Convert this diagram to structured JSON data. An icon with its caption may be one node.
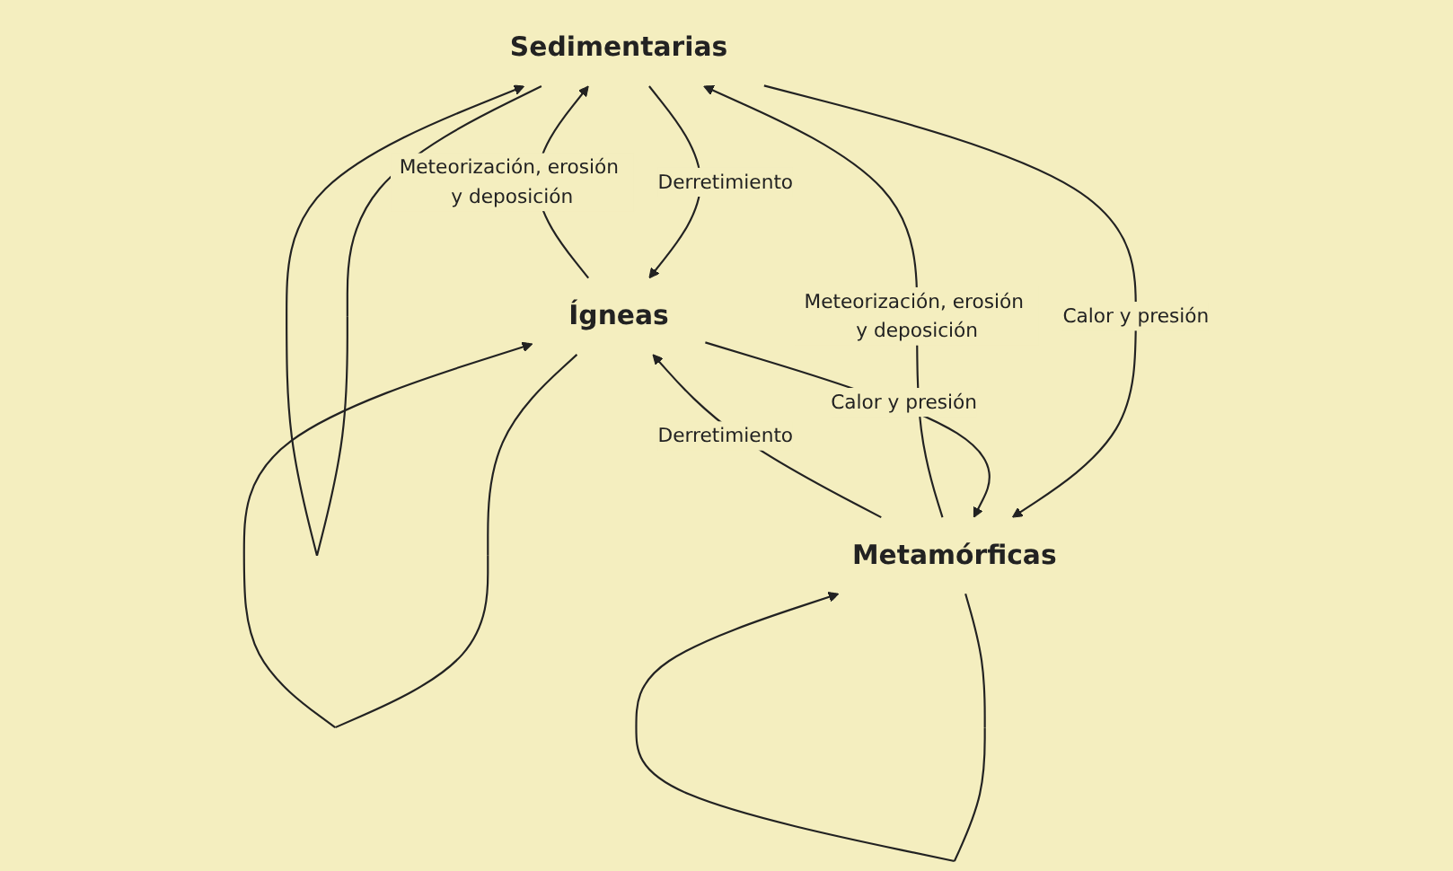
{
  "diagram": {
    "nodes": [
      {
        "text": [
          "Sedimentarias"
        ]
      },
      {
        "text": [
          "Ígneas"
        ]
      },
      {
        "text": [
          "Metamórficas"
        ]
      }
    ],
    "edges": [
      {
        "from": 0,
        "to": 0,
        "arrow": "to"
      },
      {
        "from": 1,
        "to": 0,
        "arrow": "to",
        "label": "Meteorización, erosión y deposición"
      },
      {
        "from": 0,
        "to": 1,
        "arrow": "to",
        "label": "Derretimiento"
      },
      {
        "from": 0,
        "to": 2,
        "arrow": "to",
        "label": "Calor y presión"
      },
      {
        "from": 2,
        "to": 0,
        "arrow": "to",
        "label": "Meteorización, erosión y deposición"
      },
      {
        "from": 1,
        "to": 2,
        "arrow": "to",
        "label": "Calor y presión"
      },
      {
        "from": 2,
        "to": 1,
        "arrow": "to",
        "label": "Derretimiento"
      },
      {
        "from": 1,
        "to": 1,
        "arrow": "to"
      },
      {
        "from": 2,
        "to": 2,
        "arrow": "to"
      }
    ]
  }
}
